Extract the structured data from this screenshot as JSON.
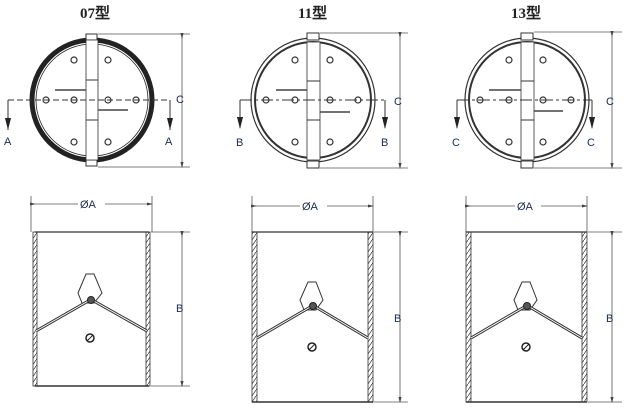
{
  "figure": {
    "models": [
      {
        "title": "07型",
        "section_label": "A",
        "height_label": "C",
        "diameter_label": "ØA",
        "length_label": "B",
        "wall": "threaded"
      },
      {
        "title": "11型",
        "section_label": "B",
        "height_label": "C",
        "diameter_label": "ØA",
        "length_label": "B",
        "wall": "grooved"
      },
      {
        "title": "13型",
        "section_label": "C",
        "height_label": "C",
        "diameter_label": "ØA",
        "length_label": "B",
        "wall": "plain"
      }
    ],
    "colors": {
      "line": "#333333",
      "label": "#1a2a55",
      "dim": "#555555"
    }
  }
}
